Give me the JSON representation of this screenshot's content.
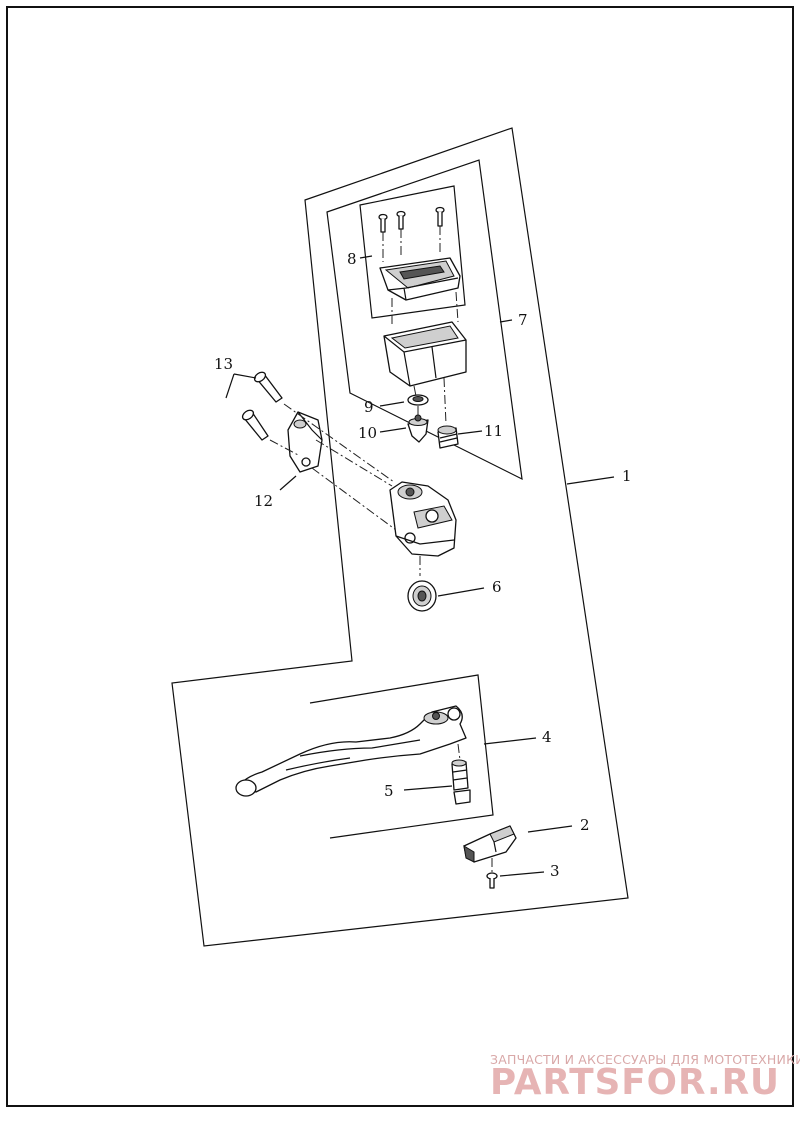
{
  "callouts": {
    "c1": "1",
    "c2": "2",
    "c3": "3",
    "c4": "4",
    "c5": "5",
    "c6": "6",
    "c7": "7",
    "c8": "8",
    "c9": "9",
    "c10": "10",
    "c11": "11",
    "c12": "12",
    "c13": "13"
  },
  "watermark": {
    "tagline": "ЗАПЧАСТИ И АКСЕССУАРЫ ДЛЯ МОТОТЕХНИКИ",
    "brand": "PARTSFOR.RU"
  }
}
